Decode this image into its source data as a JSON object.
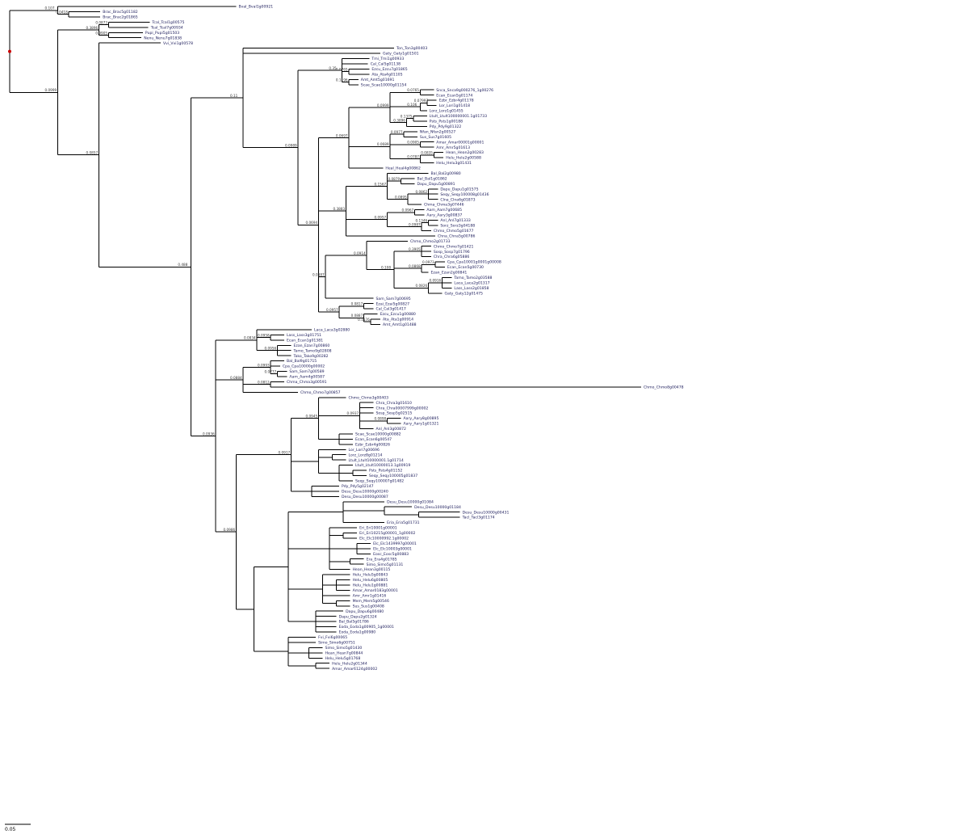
{
  "tree": {
    "colors": {
      "branch": "#000000",
      "leaf_label": "#1a1a5a",
      "support_label": "#333333",
      "root_marker": "#cc0000"
    },
    "scale_bar_label": "0.05",
    "leaves": [
      "Bval_Bval1g00921",
      "Brac_Brac5g01182",
      "Brac_Brac2g01865",
      "Tcal_Tcal1g00575",
      "Tcal_Tcal7g00934",
      "Pupi_Pupi5g01503",
      "Nenu_Nenu7g01838",
      "Vvi_Vvi1g00578",
      "Ton_Ton3g00403",
      "Gaty_Gaty1g01501",
      "Tmi_Tmi1g00933",
      "Cal_Cal5g01138",
      "Ezcu_Ezcu7g01865",
      "Ata_Ata4g01105",
      "Amt_Amt5g01691",
      "Scae_Scae10000g01154",
      "Snca_Snca9g000276_1g00276",
      "Ecan_Ecan5g01174",
      "Ezbr_Ezbr4g01178",
      "Lor_Lori1g01418",
      "Lorz_Lorz1g01455",
      "Ltult_Ltult100000001.1g01733",
      "Psts_Psts1g00188",
      "Pdy_Pdy9g01322",
      "Nfan_Nfan2g00527",
      "Sus_Sus7g01605",
      "Amar_Amar00001g00001",
      "Amr_Amr5g01613",
      "Hean_Hean2g00283",
      "Helu_Helu2g00588",
      "Helu_Helu3g01431",
      "Heal_Heal4g00862",
      "Bal_Bal2g00980",
      "Bal_Bal1g01862",
      "Dapu_Dapu5g00891",
      "Dapu_Dapu1g01575",
      "Seqy_Seqy100008g01436",
      "Clna_Clna6g01873",
      "Chma_Chma3g07446",
      "Aam_Aam7g00685",
      "Aary_Aary3g00837",
      "Anl_Anl7g01333",
      "Sorz_Sorz3g04188",
      "Chmo_Chmo5g01677",
      "Chna_Chna5g00786",
      "Chmo_Chmo2g01733",
      "Chmo_Chmo7g01421",
      "Sosp_Sosp7g01796",
      "Chra_Chra6g05886",
      "Cpa_Cpa10001g0001g00008",
      "Ecan_Ecan5g00730",
      "Ezan_Ezan2g00841",
      "Tamo_Tamo2g03588",
      "Laca_Laca2g01317",
      "Lass_Lass2g01858",
      "Gaty_Gaty12g01475",
      "Sam_Sam7g00695",
      "Ezai_Ezai5g00827",
      "Cal_Cal3g01417",
      "Ezcu_Ezcu1g00880",
      "Ata_Ata1g00914",
      "Amt_Amt1g01488",
      "Laca_Laca3g02880",
      "Lass_Lass3g01751",
      "Ecan_Ecan1g01381",
      "Ezan_Ezan7g00860",
      "Tamo_Tamo9g02808",
      "Tako_Tako9g00282",
      "Bal_Bal9g01715",
      "Cpa_Cpa10000g00002",
      "Sam_Sam7g00589",
      "Aam_Aam4g00587",
      "Chma_Chma3g00591",
      "Chmo_Chmo8g00478",
      "Chmo_Chmo7g00857",
      "Chmo_Chmo3g00403",
      "Chra_Chra3g01610",
      "Chra_Chra00007999g00002",
      "Sosp_Sosp5g02515",
      "Aary_Aary8g00895",
      "Aary_Aary1g01321",
      "Anl_Anl3g00872",
      "Scae_Scae10000g00882",
      "Ecan_Ecan6g00547",
      "Ezbr_Ezbr4g00826",
      "Lor_Lori7g00696",
      "Lorz_Lorz8g01214",
      "Ltult_Ltult10000001.1g01714",
      "Ltult_Ltult10000013.1g00919",
      "Psts_Psts4g01152",
      "Seqy_Seqy100005g01837",
      "Seqy_Seqy100007g01482",
      "Pdy_Pdy5g02147",
      "Desu_Desu10000g00240",
      "Desu_Desu10000g00087",
      "Desu_Desu10000g01084",
      "Desu_Desu10000g01184",
      "Desu_Desu10000g00431",
      "Tacl_Tacl3g01174",
      "Eria_Eria5g01731",
      "Eri_Eri10001g00001",
      "Eri_Eri10215g00001_1g00002",
      "Elc_Elc10000992.1g00002",
      "Elc_Elc1439997g00001",
      "Elc_Elc10003g00001",
      "Eosc_Eosc5g00883",
      "Era_Era4g01785",
      "Simo_Simo5g01131",
      "Hean_Hean3g00115",
      "Helu_Helu5g00843",
      "Helu_Helu6g00805",
      "Helu_Helu1g00881",
      "Amar_Amar0183g00001",
      "Amr_Amr1g01416",
      "Mem_Mem5g00546",
      "Sus_Sus1g00408",
      "Dapu_Dapu6g00480",
      "Dapu_Dapu2g01324",
      "Bal_Bal5g01786",
      "Eoda_Eoda1g00905_1g00001",
      "Eoda_Eoda1g00980",
      "Fvi_Fvi6g00065",
      "Simo_Simo6g00751",
      "Simo_Simo5g01430",
      "Hean_Hean7g00844",
      "Helu_Helu5g01768",
      "Helu_Helu2g01344",
      "Amar_Amar6124g00002",
      "Amr_Amr8g00763"
    ],
    "supports": [
      "0.107",
      "0.0418",
      "0.0999",
      "0.3896",
      "0.0873",
      "0.9905",
      "0.0857",
      "0.488",
      "0.11",
      "0.0989",
      "0.35",
      "0.0765",
      "0.1196",
      "0.0694",
      "0.0697",
      "0.0999",
      "0.0765",
      "0.106",
      "0.07997",
      "0.3896",
      "0.1375",
      "0.0689",
      "0.0977",
      "0.0905",
      "0.0787",
      "0.0835",
      "0.3883",
      "0.1567",
      "0.0879",
      "0.0895",
      "0.0862",
      "0.0957",
      "0.0967",
      "0.0987",
      "0.1346",
      "0.0887",
      "0.0914",
      "0.108",
      "0.3905",
      "0.0868",
      "0.0973",
      "0.0826",
      "0.0916",
      "0.0957",
      "0.0817",
      "0.0887",
      "0.1176",
      "0.0936",
      "0.0834",
      "0.0958",
      "0.0956",
      "0.0884",
      "0.0993",
      "0.0777",
      "0.0812",
      "0.0986",
      "0.0917",
      "0.0945",
      "0.0937",
      "0.0898"
    ]
  }
}
